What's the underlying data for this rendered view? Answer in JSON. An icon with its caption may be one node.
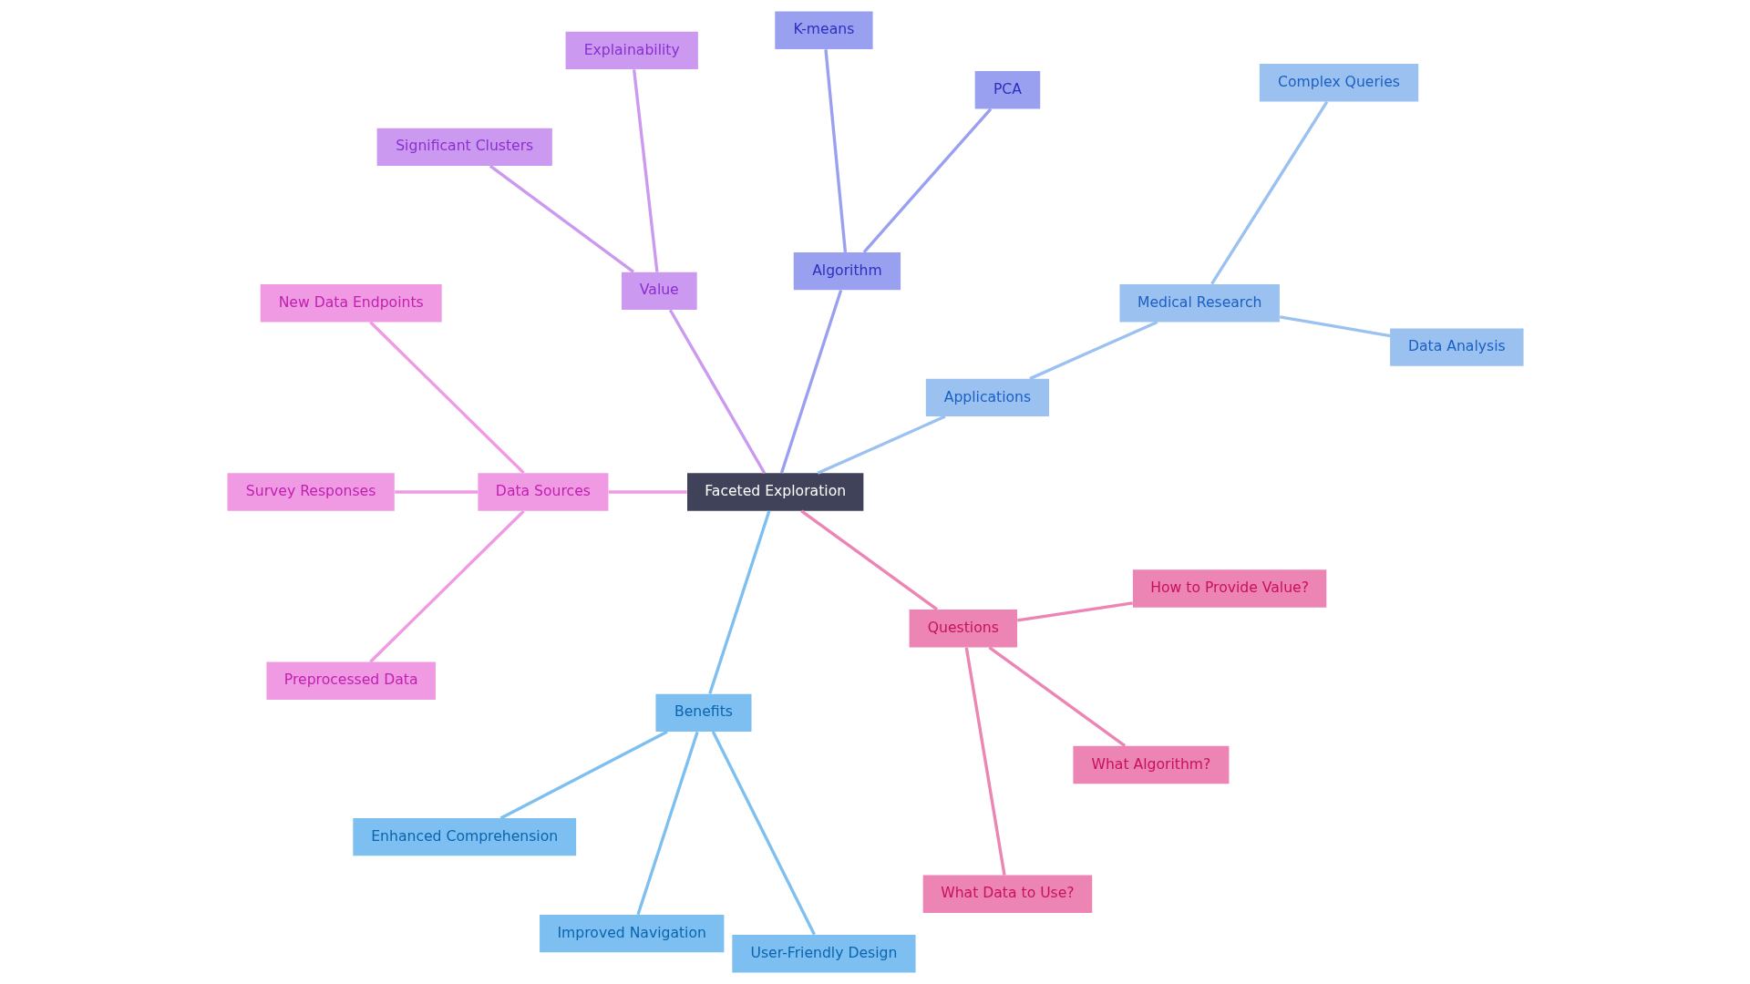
{
  "diagram": {
    "nodes": [
      {
        "text": [
          "Faceted Exploration"
        ]
      },
      {
        "text": [
          "Applications"
        ]
      },
      {
        "text": [
          "Medical Research"
        ]
      },
      {
        "text": [
          "Data Analysis"
        ]
      },
      {
        "text": [
          "Complex Queries"
        ]
      },
      {
        "text": [
          "Algorithm"
        ]
      },
      {
        "text": [
          "PCA"
        ]
      },
      {
        "text": [
          "K-means"
        ]
      },
      {
        "text": [
          "Value"
        ]
      },
      {
        "text": [
          "Explainability"
        ]
      },
      {
        "text": [
          "Significant Clusters"
        ]
      },
      {
        "text": [
          "Data Sources"
        ]
      },
      {
        "text": [
          "New Data Endpoints"
        ]
      },
      {
        "text": [
          "Survey Responses"
        ]
      },
      {
        "text": [
          "Preprocessed Data"
        ]
      },
      {
        "text": [
          "Benefits"
        ]
      },
      {
        "text": [
          "Enhanced Comprehension"
        ]
      },
      {
        "text": [
          "Improved Navigation"
        ]
      },
      {
        "text": [
          "User-Friendly Design"
        ]
      },
      {
        "text": [
          "Questions"
        ]
      },
      {
        "text": [
          "What Data to Use?"
        ]
      },
      {
        "text": [
          "What Algorithm?"
        ]
      },
      {
        "text": [
          "How to Provide Value?"
        ]
      }
    ],
    "edges": [
      {
        "from": 0,
        "to": 1,
        "arrow": "none",
        "color": "#9bc1f0"
      },
      {
        "from": 1,
        "to": 2,
        "arrow": "none",
        "color": "#9bc1f0"
      },
      {
        "from": 2,
        "to": 3,
        "arrow": "none",
        "color": "#9bc1f0"
      },
      {
        "from": 2,
        "to": 4,
        "arrow": "none",
        "color": "#9bc1f0"
      },
      {
        "from": 0,
        "to": 5,
        "arrow": "none",
        "color": "#9aa0f0"
      },
      {
        "from": 5,
        "to": 6,
        "arrow": "none",
        "color": "#9aa0f0"
      },
      {
        "from": 5,
        "to": 7,
        "arrow": "none",
        "color": "#9aa0f0"
      },
      {
        "from": 0,
        "to": 8,
        "arrow": "none",
        "color": "#cc99f0"
      },
      {
        "from": 8,
        "to": 9,
        "arrow": "none",
        "color": "#cc99f0"
      },
      {
        "from": 8,
        "to": 10,
        "arrow": "none",
        "color": "#cc99f0"
      },
      {
        "from": 0,
        "to": 11,
        "arrow": "none",
        "color": "#f09ae4"
      },
      {
        "from": 11,
        "to": 12,
        "arrow": "none",
        "color": "#f09ae4"
      },
      {
        "from": 11,
        "to": 13,
        "arrow": "none",
        "color": "#f09ae4"
      },
      {
        "from": 11,
        "to": 14,
        "arrow": "none",
        "color": "#f09ae4"
      },
      {
        "from": 0,
        "to": 15,
        "arrow": "none",
        "color": "#7cbff0"
      },
      {
        "from": 15,
        "to": 16,
        "arrow": "none",
        "color": "#7cbff0"
      },
      {
        "from": 15,
        "to": 17,
        "arrow": "none",
        "color": "#7cbff0"
      },
      {
        "from": 15,
        "to": 18,
        "arrow": "none",
        "color": "#7cbff0"
      },
      {
        "from": 0,
        "to": 19,
        "arrow": "none",
        "color": "#ec84b4"
      },
      {
        "from": 19,
        "to": 20,
        "arrow": "none",
        "color": "#ec84b4"
      },
      {
        "from": 19,
        "to": 21,
        "arrow": "none",
        "color": "#ec84b4"
      },
      {
        "from": 19,
        "to": 22,
        "arrow": "none",
        "color": "#ec84b4"
      }
    ]
  }
}
